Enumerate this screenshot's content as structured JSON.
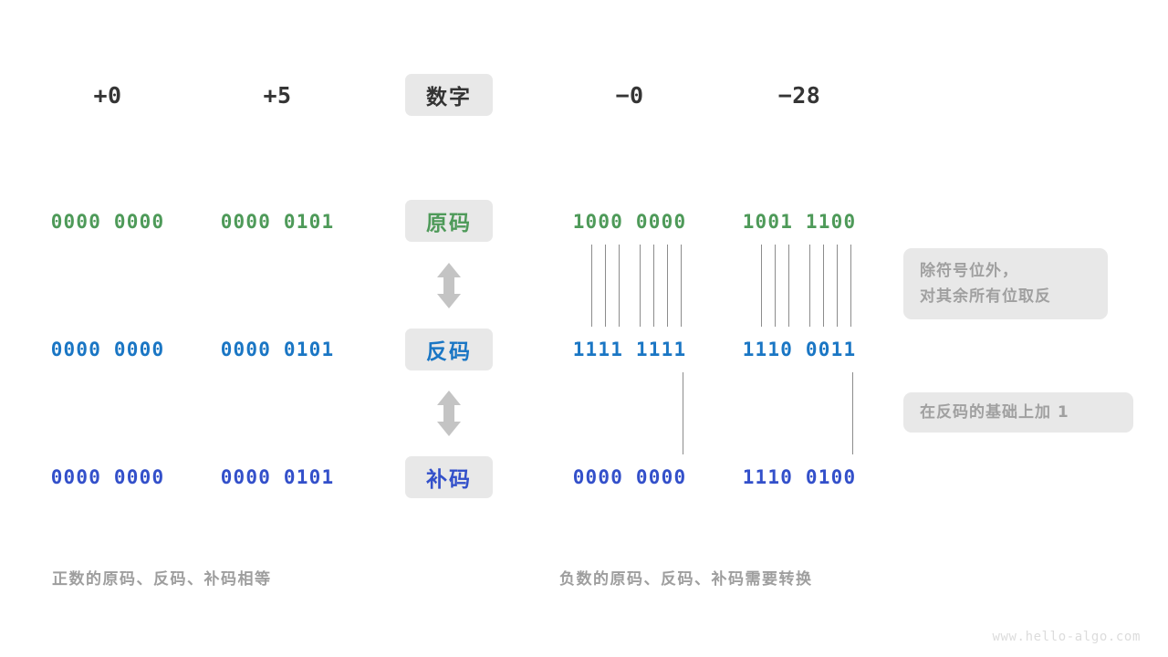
{
  "page": {
    "watermark": "www.hello-algo.com",
    "accent_green": "#4e9a59",
    "accent_blue": "#1a76c4",
    "accent_indigo": "#3350ca",
    "badge_bg": "#e8e8e8",
    "note_text_color": "#a0a0a0",
    "line_color": "#8c8c8c"
  },
  "header": {
    "col1": "+0",
    "col2": "+5",
    "badge": "数字",
    "col4": "−0",
    "col5": "−28"
  },
  "rows": [
    {
      "badge": "原码",
      "color": "green",
      "col1": "0000 0000",
      "col2": "0000 0101",
      "col4": "1000 0000",
      "col5": "1001 1100"
    },
    {
      "badge": "反码",
      "color": "blue",
      "col1": "0000 0000",
      "col2": "0000 0101",
      "col4": "1111 1111",
      "col5": "1110 0011"
    },
    {
      "badge": "补码",
      "color": "indigo",
      "col1": "0000 0000",
      "col2": "0000 0101",
      "col4": "0000 0000",
      "col5": "1110 0100"
    }
  ],
  "notes": {
    "note1_line1": "除符号位外，",
    "note1_line2": "对其余所有位取反",
    "note2": "在反码的基础上加 1"
  },
  "captions": {
    "left": "正数的原码、反码、补码相等",
    "right": "负数的原码、反码、补码需要转换"
  },
  "arrows": {
    "arrow1": "double-vertical-arrow",
    "arrow2": "double-vertical-arrow"
  }
}
